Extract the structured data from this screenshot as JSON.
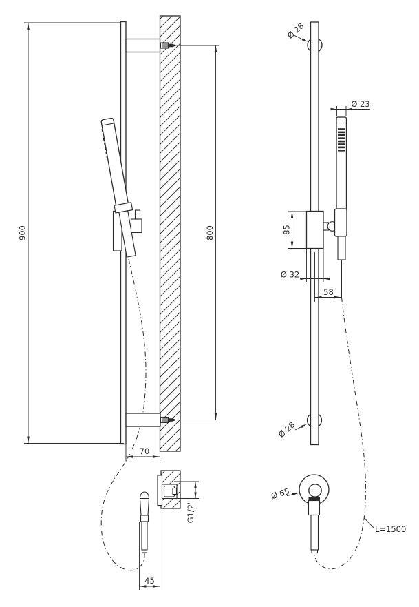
{
  "drawing": {
    "side_view": {
      "dim_height": "900",
      "dim_centers": "800",
      "dim_wall_offset": "70",
      "dim_outlet_offset": "45",
      "dim_thread": "G1/2\""
    },
    "front_view": {
      "dim_bracket_top": "Ø 28",
      "dim_handshower_dia": "Ø 23",
      "dim_slider_height": "85",
      "dim_slider_dia": "Ø 32",
      "dim_axis_offset": "58",
      "dim_bracket_bottom": "Ø 28",
      "dim_outlet_dia": "Ø 65",
      "dim_hose_length": "L=1500"
    }
  }
}
